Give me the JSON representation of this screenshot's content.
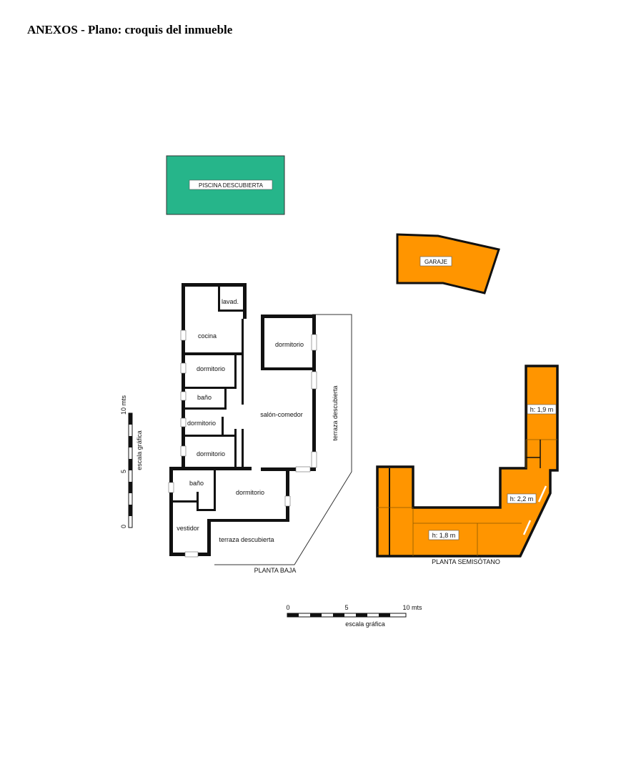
{
  "title": "ANEXOS - Plano: croquis del inmueble",
  "colors": {
    "pool": "#26b58a",
    "semi": "#ff9500",
    "wall": "#111111"
  },
  "pool": {
    "label": "PISCINA DESCUBIERTA"
  },
  "garage": {
    "label": "GARAJE"
  },
  "planta_baja": {
    "label": "PLANTA BAJA",
    "rooms": {
      "lavadero": "lavad.",
      "cocina": "cocina",
      "dormitorio_1": "dormitorio",
      "bano_1": "baño",
      "dormitorio_2": "dormitorio",
      "dormitorio_3": "dormitorio",
      "bano_2": "baño",
      "vestidor": "vestidor",
      "dormitorio_4": "dormitorio",
      "dormitorio_5": "dormitorio",
      "salon": "salón-comedor",
      "terraza_1": "terraza descubierta",
      "terraza_2": "terraza descubierta"
    }
  },
  "planta_semisotano": {
    "label": "PLANTA SEMISÓTANO",
    "heights": {
      "h1": "h: 1,9 m",
      "h2": "h: 2,2 m",
      "h3": "h: 1,8 m"
    }
  },
  "scale_vertical": {
    "t0": "0",
    "t5": "5",
    "t10": "10 mts",
    "label": "escala gráfica"
  },
  "scale_horizontal": {
    "t0": "0",
    "t5": "5",
    "t10": "10 mts",
    "label": "escala gráfica"
  }
}
